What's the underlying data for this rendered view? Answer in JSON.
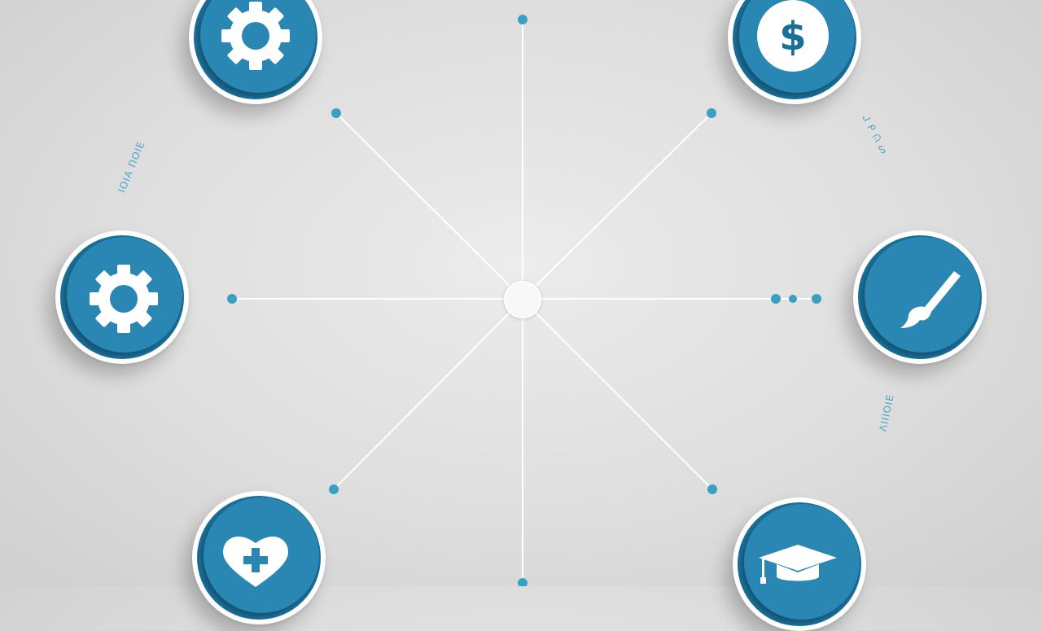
{
  "colors": {
    "accent": "#1a6f99",
    "accent_light": "#2a86b3",
    "dot": "#3aa0c2",
    "line": "#ffffff",
    "background": "#e3e3e3"
  },
  "hub": {
    "name": "center-hub"
  },
  "nodes": [
    {
      "id": "top-left",
      "icon": "gear-icon"
    },
    {
      "id": "top-right",
      "icon": "dollar-icon"
    },
    {
      "id": "left",
      "icon": "gear-icon"
    },
    {
      "id": "right",
      "icon": "paintbrush-icon"
    },
    {
      "id": "bottom-left",
      "icon": "heart-plus-icon"
    },
    {
      "id": "bottom-right",
      "icon": "graduation-cap-icon"
    }
  ],
  "captions": {
    "left_top": "IOIA ΠOIE",
    "right_top": "ᒍ ᑭ ᕬ ᔕ",
    "right_bottom": "ΛIIIOIE"
  }
}
